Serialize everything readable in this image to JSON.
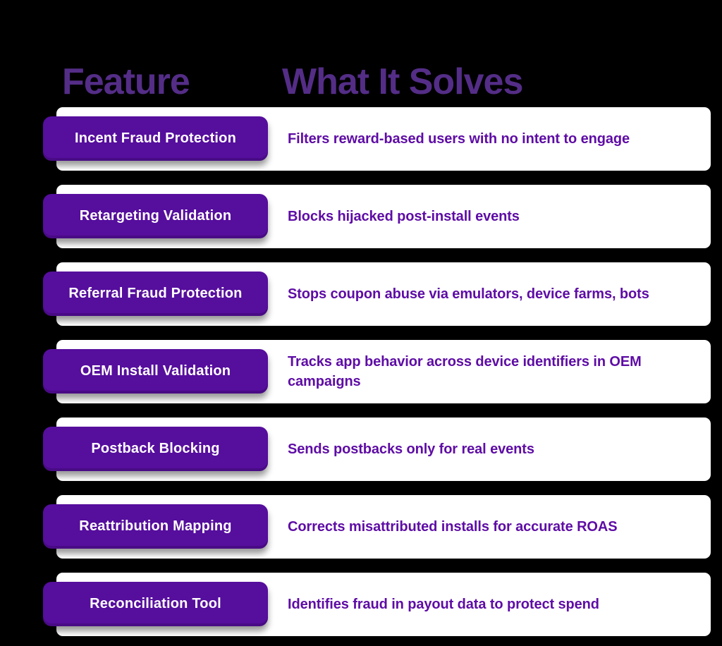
{
  "header": {
    "feature_label": "Feature",
    "solves_label": "What It Solves"
  },
  "colors": {
    "badge_bg": "#560e9d",
    "badge_text": "#ffffff",
    "card_bg": "#ffffff",
    "description_text": "#5e0ca5",
    "header_text": "#542d87",
    "page_bg": "#000000"
  },
  "table": {
    "rows": [
      {
        "feature": "Incent Fraud Protection",
        "solves": "Filters reward-based users with no intent to engage"
      },
      {
        "feature": "Retargeting Validation",
        "solves": "Blocks hijacked post-install events"
      },
      {
        "feature": "Referral Fraud Protection",
        "solves": "Stops coupon abuse via emulators, device farms, bots"
      },
      {
        "feature": "OEM Install Validation",
        "solves": "Tracks app behavior across device identifiers in OEM campaigns"
      },
      {
        "feature": "Postback Blocking",
        "solves": "Sends postbacks only for real events"
      },
      {
        "feature": "Reattribution Mapping",
        "solves": "Corrects misattributed installs for accurate ROAS"
      },
      {
        "feature": "Reconciliation Tool",
        "solves": "Identifies fraud in payout data to protect spend"
      }
    ]
  }
}
